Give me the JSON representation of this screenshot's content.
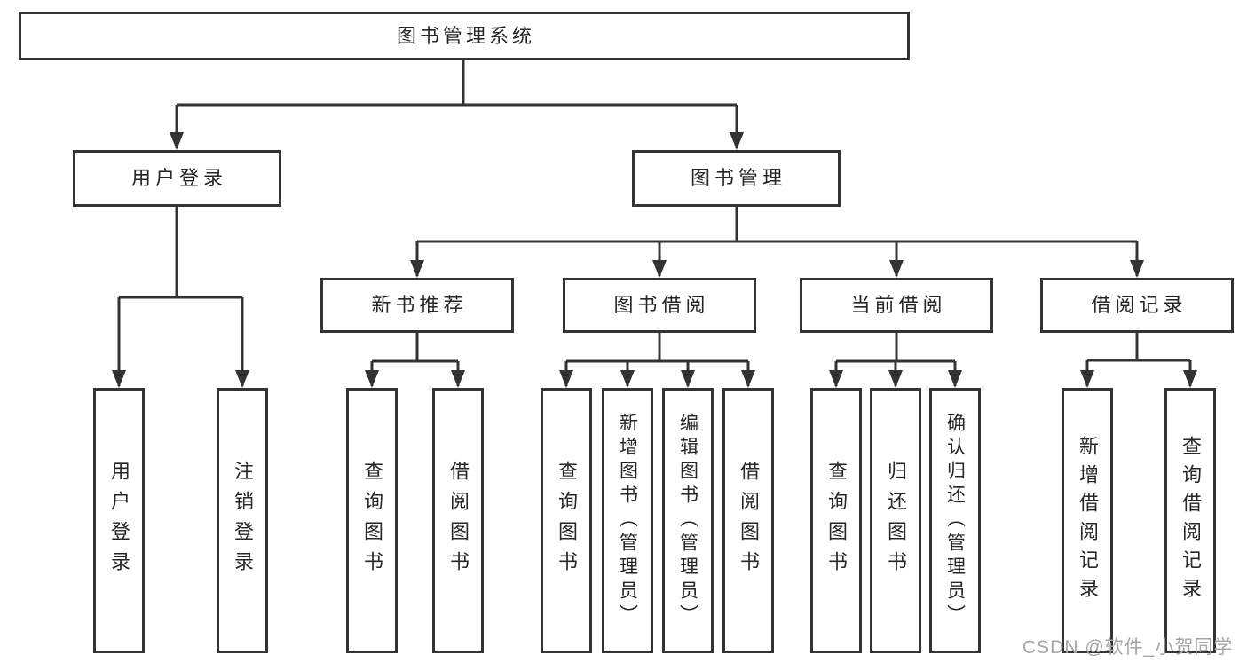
{
  "diagram": {
    "root": {
      "label": "图书管理系统",
      "children": [
        {
          "label": "用户登录",
          "children": [
            {
              "label": "用户登录"
            },
            {
              "label": "注销登录"
            }
          ]
        },
        {
          "label": "图书管理",
          "children": [
            {
              "label": "新书推荐",
              "children": [
                {
                  "label": "查询图书"
                },
                {
                  "label": "借阅图书"
                }
              ]
            },
            {
              "label": "图书借阅",
              "children": [
                {
                  "label": "查询图书"
                },
                {
                  "label": "新增图书（管理员）"
                },
                {
                  "label": "编辑图书（管理员）"
                },
                {
                  "label": "借阅图书"
                }
              ]
            },
            {
              "label": "当前借阅",
              "children": [
                {
                  "label": "查询图书"
                },
                {
                  "label": "归还图书"
                },
                {
                  "label": "确认归还（管理员）"
                }
              ]
            },
            {
              "label": "借阅记录",
              "children": [
                {
                  "label": "新增借阅记录"
                },
                {
                  "label": "查询借阅记录"
                }
              ]
            }
          ]
        }
      ]
    },
    "colors": {
      "line": "#333333",
      "box_border": "#333333",
      "text": "#262626",
      "background": "#ffffff",
      "watermark": "#a6a6a6"
    }
  },
  "watermark": {
    "text": "CSDN @软件_小贺同学"
  }
}
